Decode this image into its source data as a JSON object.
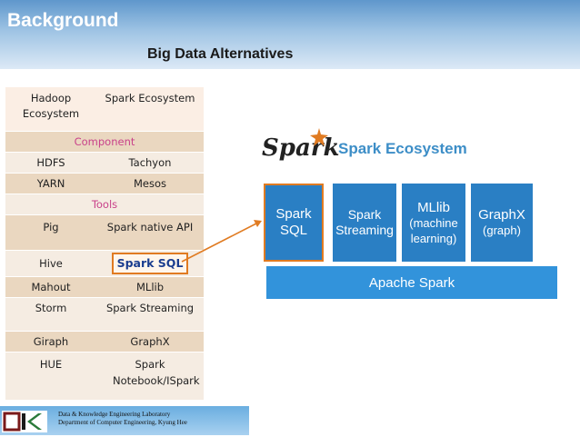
{
  "header": {
    "title": "Background",
    "subtitle": "Big Data Alternatives"
  },
  "table": {
    "col1_header": "Hadoop Ecosystem",
    "col2_header": "Spark Ecosystem",
    "section_component": "Component",
    "section_tools": "Tools",
    "rows_component": [
      {
        "hadoop": "HDFS",
        "spark": "Tachyon"
      },
      {
        "hadoop": "YARN",
        "spark": "Mesos"
      }
    ],
    "rows_tools": [
      {
        "hadoop": "Pig",
        "spark": "Spark native API"
      },
      {
        "hadoop": "Hive",
        "spark": "Spark SQL"
      },
      {
        "hadoop": "Mahout",
        "spark": "MLlib"
      },
      {
        "hadoop": "Storm",
        "spark": "Spark Streaming"
      },
      {
        "hadoop": "Giraph",
        "spark": "GraphX"
      },
      {
        "hadoop": "HUE",
        "spark": "Spark Notebook/ISpark"
      }
    ]
  },
  "ecosystem": {
    "logo_text": "Spark",
    "title": "Spark Ecosystem",
    "boxes": [
      {
        "line1": "Spark",
        "line2": "SQL"
      },
      {
        "line1": "Spark",
        "line2": "Streaming"
      },
      {
        "line1": "MLlib",
        "line2": "(machine learning)"
      },
      {
        "line1": "GraphX",
        "line2": "(graph)"
      }
    ],
    "base": "Apache Spark"
  },
  "footer": {
    "line1": "Data & Knowledge Engineering Laboratory",
    "line2": "Department of Computer Engineering, Kyung Hee"
  },
  "colors": {
    "accent_orange": "#e07b22",
    "spark_blue": "#2a7fc4",
    "tools_pink": "#c9428a"
  }
}
